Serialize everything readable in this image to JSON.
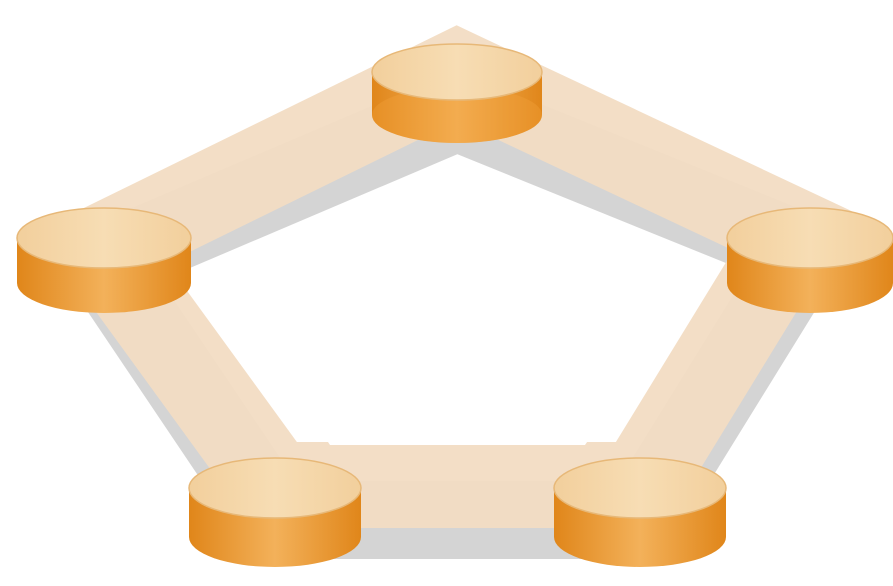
{
  "caption": {
    "partial_text": ""
  },
  "diagram": {
    "type": "pentagon-ring",
    "node_count": 5,
    "nodes": [
      {
        "id": "top"
      },
      {
        "id": "right"
      },
      {
        "id": "bottom-right"
      },
      {
        "id": "bottom-left"
      },
      {
        "id": "left"
      }
    ],
    "colors": {
      "band_light": "#f2dcc3",
      "band_shadow": "#cfcfcf",
      "disk_top": "#f3c98f",
      "disk_top_highlight": "#f7ddb4",
      "disk_side": "#f3a23b",
      "disk_side_dark": "#e0861a"
    }
  }
}
